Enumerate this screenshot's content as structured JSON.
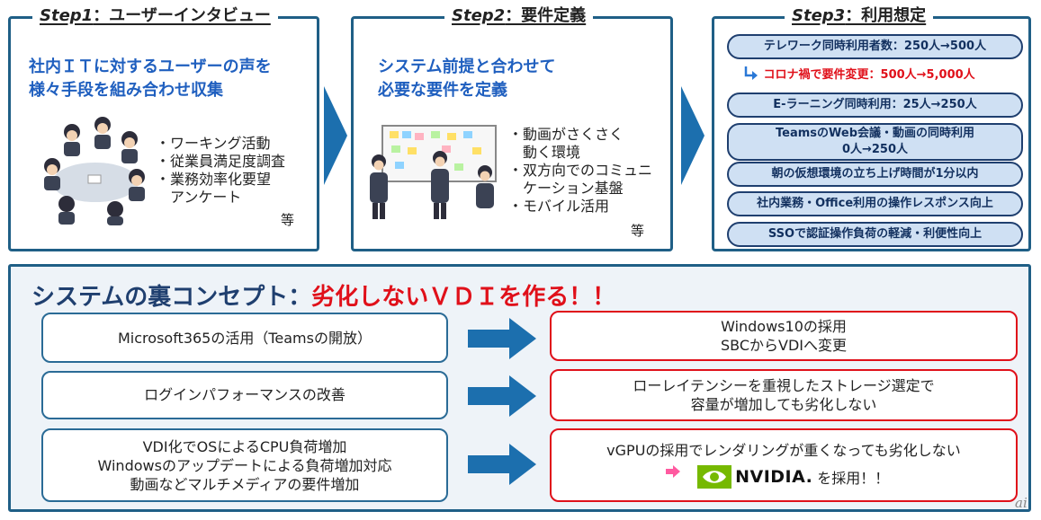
{
  "step1": {
    "step_label": "Step1",
    "title_rest": "：ユーザーインタビュー",
    "heading_line1": "社内ＩＴに対するユーザーの声を",
    "heading_line2": "様々手段を組み合わせ収集",
    "bullets": [
      "・ワーキング活動",
      "・従業員満足度調査",
      "・業務効率化要望",
      "　アンケート"
    ],
    "etc": "等"
  },
  "step2": {
    "step_label": "Step2",
    "title_rest": "：要件定義",
    "heading_line1": "システム前提と合わせて",
    "heading_line2": "必要な要件を定義",
    "bullets": [
      "・動画がさくさく",
      "　動く環境",
      "・双方向でのコミュニ",
      "　ケーション基盤",
      "・モバイル活用"
    ],
    "etc": "等"
  },
  "step3": {
    "step_label": "Step3",
    "title_rest": "：利用想定",
    "items": [
      "テレワーク同時利用者数：250人→500人",
      "E-ラーニング同時利用：25人→250人",
      "TeamsのWeb会議・動画の同時利用",
      "0人→250人",
      "朝の仮想環境の立ち上げ時間が1分以内",
      "社内業務・Office利用の操作レスポンス向上",
      "SSOで認証操作負荷の軽減・利便性向上"
    ],
    "change_note": "コロナ禍で要件変更：500人→5,000人"
  },
  "concept": {
    "title_prefix": "システムの裏コンセプト：",
    "title_emphasis": "劣化しないＶＤＩを作る！！",
    "rows": [
      {
        "left": [
          "Microsoft365の活用（Teamsの開放）"
        ],
        "right": [
          "Windows10の採用",
          "SBCからVDIへ変更"
        ]
      },
      {
        "left": [
          "ログインパフォーマンスの改善"
        ],
        "right": [
          "ローレイテンシーを重視したストレージ選定で",
          "容量が増加しても劣化しない"
        ]
      },
      {
        "left": [
          "VDI化でOSによるCPU負荷増加",
          "Windowsのアップデートによる負荷増加対応",
          "動画などマルチメディアの要件増加"
        ],
        "right": [
          "vGPUの採用でレンダリングが重くなっても劣化しない"
        ]
      }
    ],
    "logo_text": "NVIDIA.",
    "logo_suffix": "を採用！！"
  },
  "watermark": "ai",
  "colors": {
    "frame": "#1f5f86",
    "heading_blue": "#1f5fbf",
    "accent_red": "#e0101a",
    "arrow_blue": "#1c6fae",
    "nvidia_green": "#76b900"
  }
}
